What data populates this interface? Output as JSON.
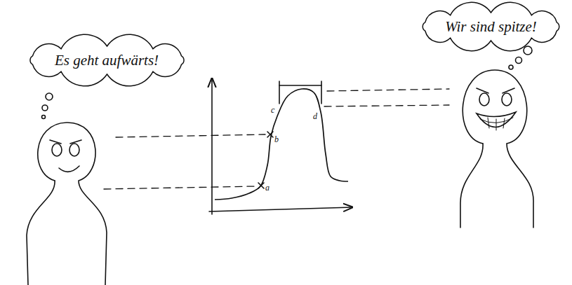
{
  "diagram": {
    "nodes": [
      {
        "text": [
          "Es geht aufwärts!"
        ]
      },
      {
        "text": [
          "Wir sind spitze!"
        ]
      }
    ],
    "labels": [
      "a",
      "b",
      "c",
      "d"
    ]
  }
}
